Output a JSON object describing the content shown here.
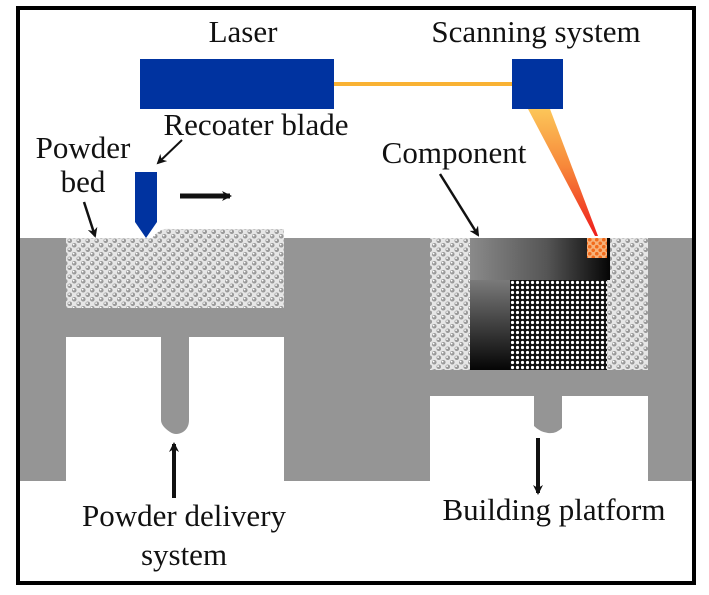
{
  "diagram": {
    "title": "Selective laser melting / powder bed fusion schematic",
    "labels": {
      "laser": "Laser",
      "scanning_system": "Scanning system",
      "recoater_blade": "Recoater blade",
      "powder_bed_line1": "Powder",
      "powder_bed_line2": "bed",
      "component": "Component",
      "powder_delivery_line1": "Powder delivery",
      "powder_delivery_line2": "system",
      "building_platform": "Building platform"
    },
    "colors": {
      "frame": "#000000",
      "machine_gray": "#959595",
      "laser_blue": "#0033a0",
      "beam_yellow": "#f9b233",
      "beam_red": "#ee1c1c",
      "melt_orange": "#f26a1b",
      "powder_light": "#d9d9d9",
      "powder_dark": "#8c8c8c"
    },
    "motion": {
      "recoater_direction": "right",
      "powder_delivery_direction": "up",
      "building_platform_direction": "down"
    }
  }
}
